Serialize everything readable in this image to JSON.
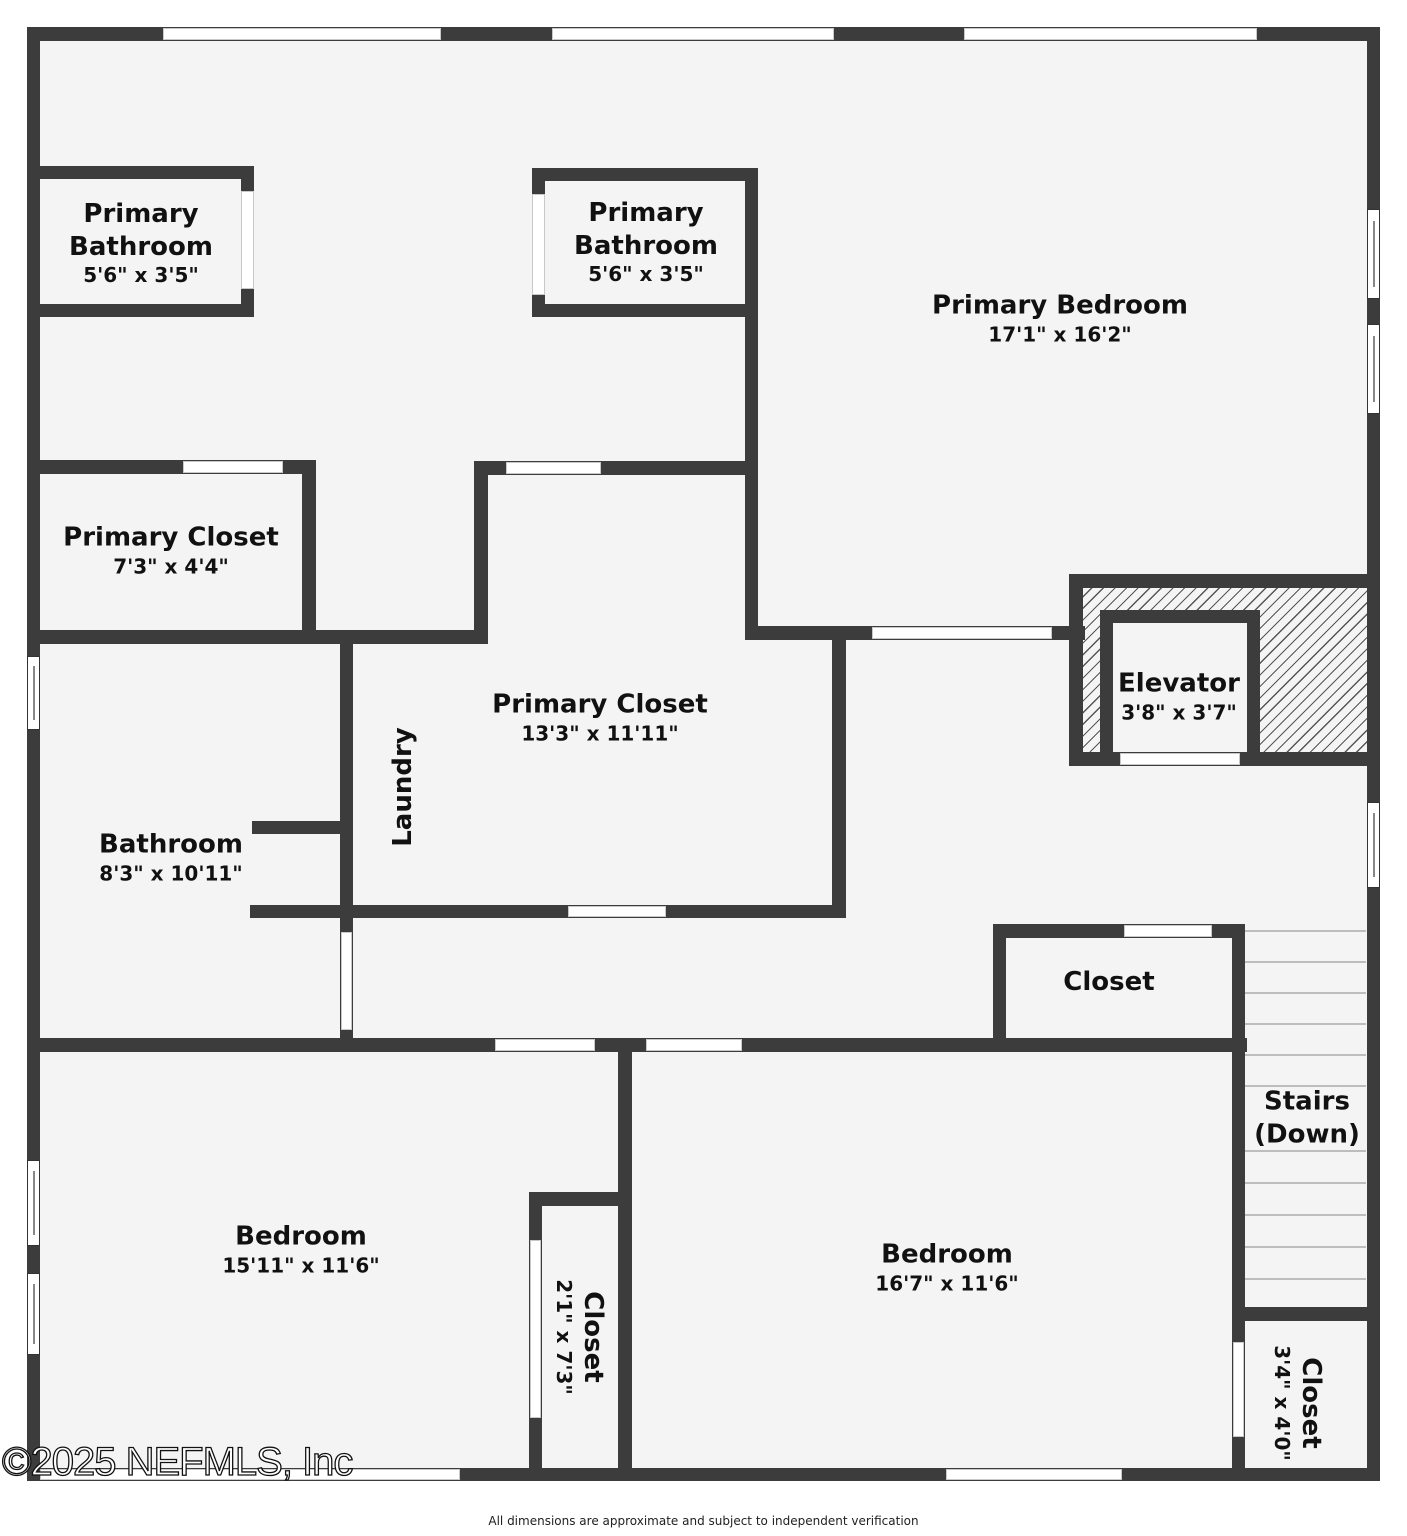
{
  "rooms": {
    "primary_bathroom_1": {
      "name_line1": "Primary",
      "name_line2": "Bathroom",
      "dims": "5'6\" x 3'5\""
    },
    "primary_bathroom_2": {
      "name_line1": "Primary",
      "name_line2": "Bathroom",
      "dims": "5'6\" x 3'5\""
    },
    "primary_bedroom": {
      "name": "Primary Bedroom",
      "dims": "17'1\" x 16'2\""
    },
    "primary_closet_small": {
      "name": "Primary Closet",
      "dims": "7'3\" x 4'4\""
    },
    "primary_closet_large": {
      "name": "Primary Closet",
      "dims": "13'3\" x 11'11\""
    },
    "laundry": {
      "name": "Laundry"
    },
    "bathroom": {
      "name": "Bathroom",
      "dims": "8'3\" x 10'11\""
    },
    "elevator": {
      "name": "Elevator",
      "dims": "3'8\" x 3'7\""
    },
    "closet_hall": {
      "name": "Closet"
    },
    "stairs": {
      "name_line1": "Stairs",
      "name_line2": "(Down)"
    },
    "bedroom_left": {
      "name": "Bedroom",
      "dims": "15'11\" x 11'6\""
    },
    "closet_left": {
      "name": "Closet",
      "dims": "2'1\" x 7'3\""
    },
    "bedroom_right": {
      "name": "Bedroom",
      "dims": "16'7\" x 11'6\""
    },
    "closet_right": {
      "name": "Closet",
      "dims": "3'4\" x 4'0\""
    }
  },
  "watermark": "©2025 NEFMLS, Inc",
  "disclaimer": "All dimensions are approximate and subject to independent verification",
  "colors": {
    "wall": "#3c3c3c",
    "floor": "#f4f4f4",
    "window": "#ffffff",
    "background": "#ffffff"
  }
}
